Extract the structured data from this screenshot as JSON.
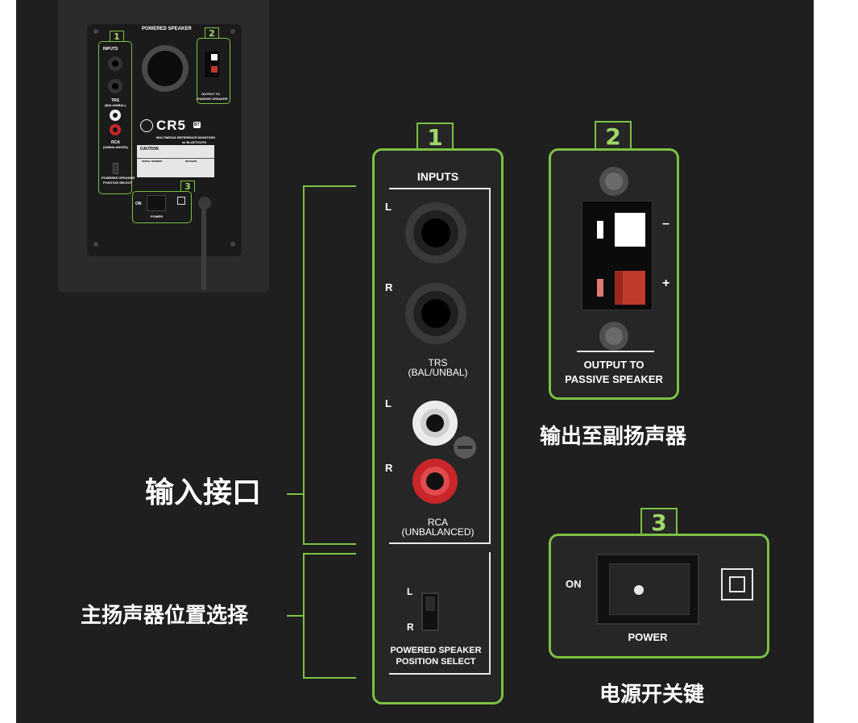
{
  "callouts": {
    "inputs": {
      "number": "1",
      "title": "INPUTS"
    },
    "output": {
      "number": "2"
    },
    "power": {
      "number": "3"
    }
  },
  "panel1": {
    "trs_l": "L",
    "trs_r": "R",
    "trs_label_1": "TRS",
    "trs_label_2": "(BAL/UNBAL)",
    "rca_l": "L",
    "rca_r": "R",
    "rca_label_1": "RCA",
    "rca_label_2": "(UNBALANCED)",
    "switch_l": "L",
    "switch_r": "R",
    "select_label_1": "POWERED SPEAKER",
    "select_label_2": "POSITION SELECT"
  },
  "panel2": {
    "minus": "–",
    "plus": "+",
    "label_1": "OUTPUT TO",
    "label_2": "PASSIVE SPEAKER"
  },
  "panel3": {
    "on_label": "ON",
    "power_label": "POWER"
  },
  "captions": {
    "output_cn": "输出至副扬声器",
    "inputs_cn": "输入接口",
    "position_cn": "主扬声器位置选择",
    "power_cn": "电源开关键"
  },
  "mini_speaker": {
    "header": "POWERED SPEAKER",
    "inputs": "INPUTS",
    "trs": "TRS",
    "trs_sub": "(BAL/UNBAL)",
    "rca": "RCA",
    "rca_sub": "(UNBALANCED)",
    "logo": "CR5",
    "logo_badge": "BT",
    "logo_sub_1": "MULTIMEDIA REFERENCE MONITORS",
    "logo_sub_2": "w/ BLUETOOTH",
    "output_1": "OUTPUT TO",
    "output_2": "PASSIVE SPEAKER",
    "position_1": "POWERED SPEAKER",
    "position_2": "POSITION SELECT",
    "warning": "CAUTION",
    "serial": "SERIAL NUMBER",
    "revision": "REVISION",
    "on": "ON",
    "power": "POWER",
    "num1": "1",
    "num2": "2",
    "num3": "3"
  },
  "colors": {
    "accent_green": "#7cc143",
    "number_green": "#9fd66a",
    "background": "#1f1f1f",
    "rca_red": "#c8262b",
    "terminal_red": "#c0392b"
  }
}
